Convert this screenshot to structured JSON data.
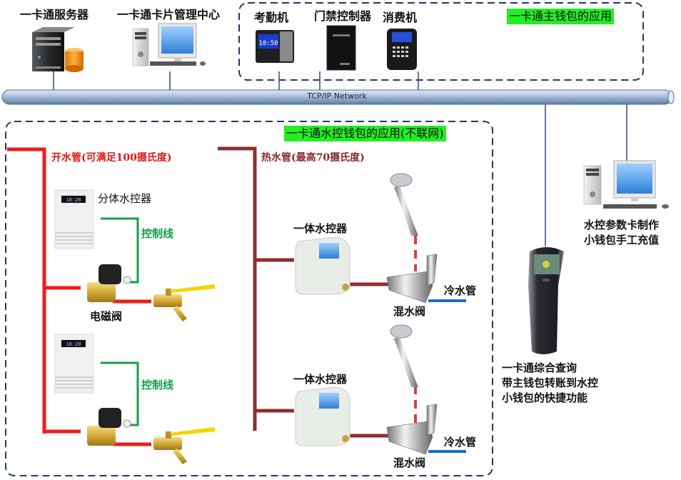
{
  "top": {
    "server_label": "一卡通服务器",
    "card_center_label": "一卡通卡片管理中心",
    "main_wallet_group_title": "一卡通主钱包的应用",
    "attendance_label": "考勤机",
    "door_controller_label": "门禁控制器",
    "pos_label": "消费机",
    "attendance_screen": "10:50"
  },
  "network": {
    "label": "TCP/IP Network"
  },
  "water_group": {
    "title": "一卡通水控钱包的应用(不联网)",
    "boiling_pipe_label": "开水管(可满足100摄氏度)",
    "hot_pipe_label": "热水管(最高70摄氏度)",
    "split_controller_label": "分体水控器",
    "control_wire_label_1": "控制线",
    "control_wire_label_2": "控制线",
    "solenoid_label": "电磁阀",
    "integrated_controller_label_1": "一体水控器",
    "integrated_controller_label_2": "一体水控器",
    "cold_pipe_label_1": "冷水管",
    "cold_pipe_label_2": "冷水管",
    "mixer_label_1": "混水阀",
    "mixer_label_2": "混水阀",
    "split_screen": "10:20"
  },
  "right": {
    "param_pc_label_line1": "水控参数卡制作",
    "param_pc_label_line2": "小钱包手工充值",
    "kiosk_label_line1": "一卡通综合查询",
    "kiosk_label_line2": "带主钱包转账到水控",
    "kiosk_label_line3": "小钱包的快捷功能"
  },
  "colors": {
    "boiling_pipe": "#ee1c1c",
    "hot_pipe": "#8b2f2f",
    "cold_pipe": "#1a6fc0",
    "control_wire": "#12a04a",
    "group_border": "#1f3a66",
    "group_tag": "#22ee22",
    "network_pipe": "#9fb8d8"
  }
}
